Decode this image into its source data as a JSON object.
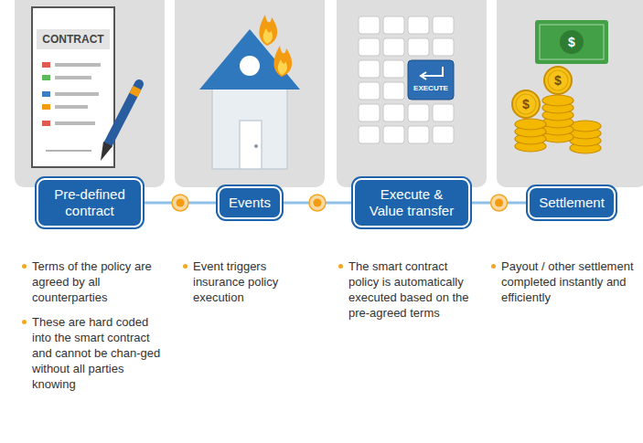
{
  "diagram": {
    "nodes": [
      {
        "text": [
          "Pre-defined contract"
        ]
      },
      {
        "text": [
          "Events"
        ]
      },
      {
        "text": [
          "Execute & Value transfer"
        ]
      },
      {
        "text": [
          "Settlement"
        ]
      }
    ],
    "edges": [
      {
        "from": 0,
        "to": 1,
        "arrow": "none"
      },
      {
        "from": 1,
        "to": 2,
        "arrow": "none"
      },
      {
        "from": 2,
        "to": 3,
        "arrow": "none"
      }
    ],
    "labels": [
      "CONTRACT",
      "EXECUTE",
      "$",
      "$",
      "$",
      "Terms of the policy are agreed by all counterparties",
      "These are hard coded into the smart contract and cannot be chan-ged without all parties knowing",
      "Event triggers insurance policy execution",
      "The smart contract policy is automatically executed based on the pre-agreed terms",
      "Payout / other settlement completed instantly and efficiently"
    ]
  }
}
